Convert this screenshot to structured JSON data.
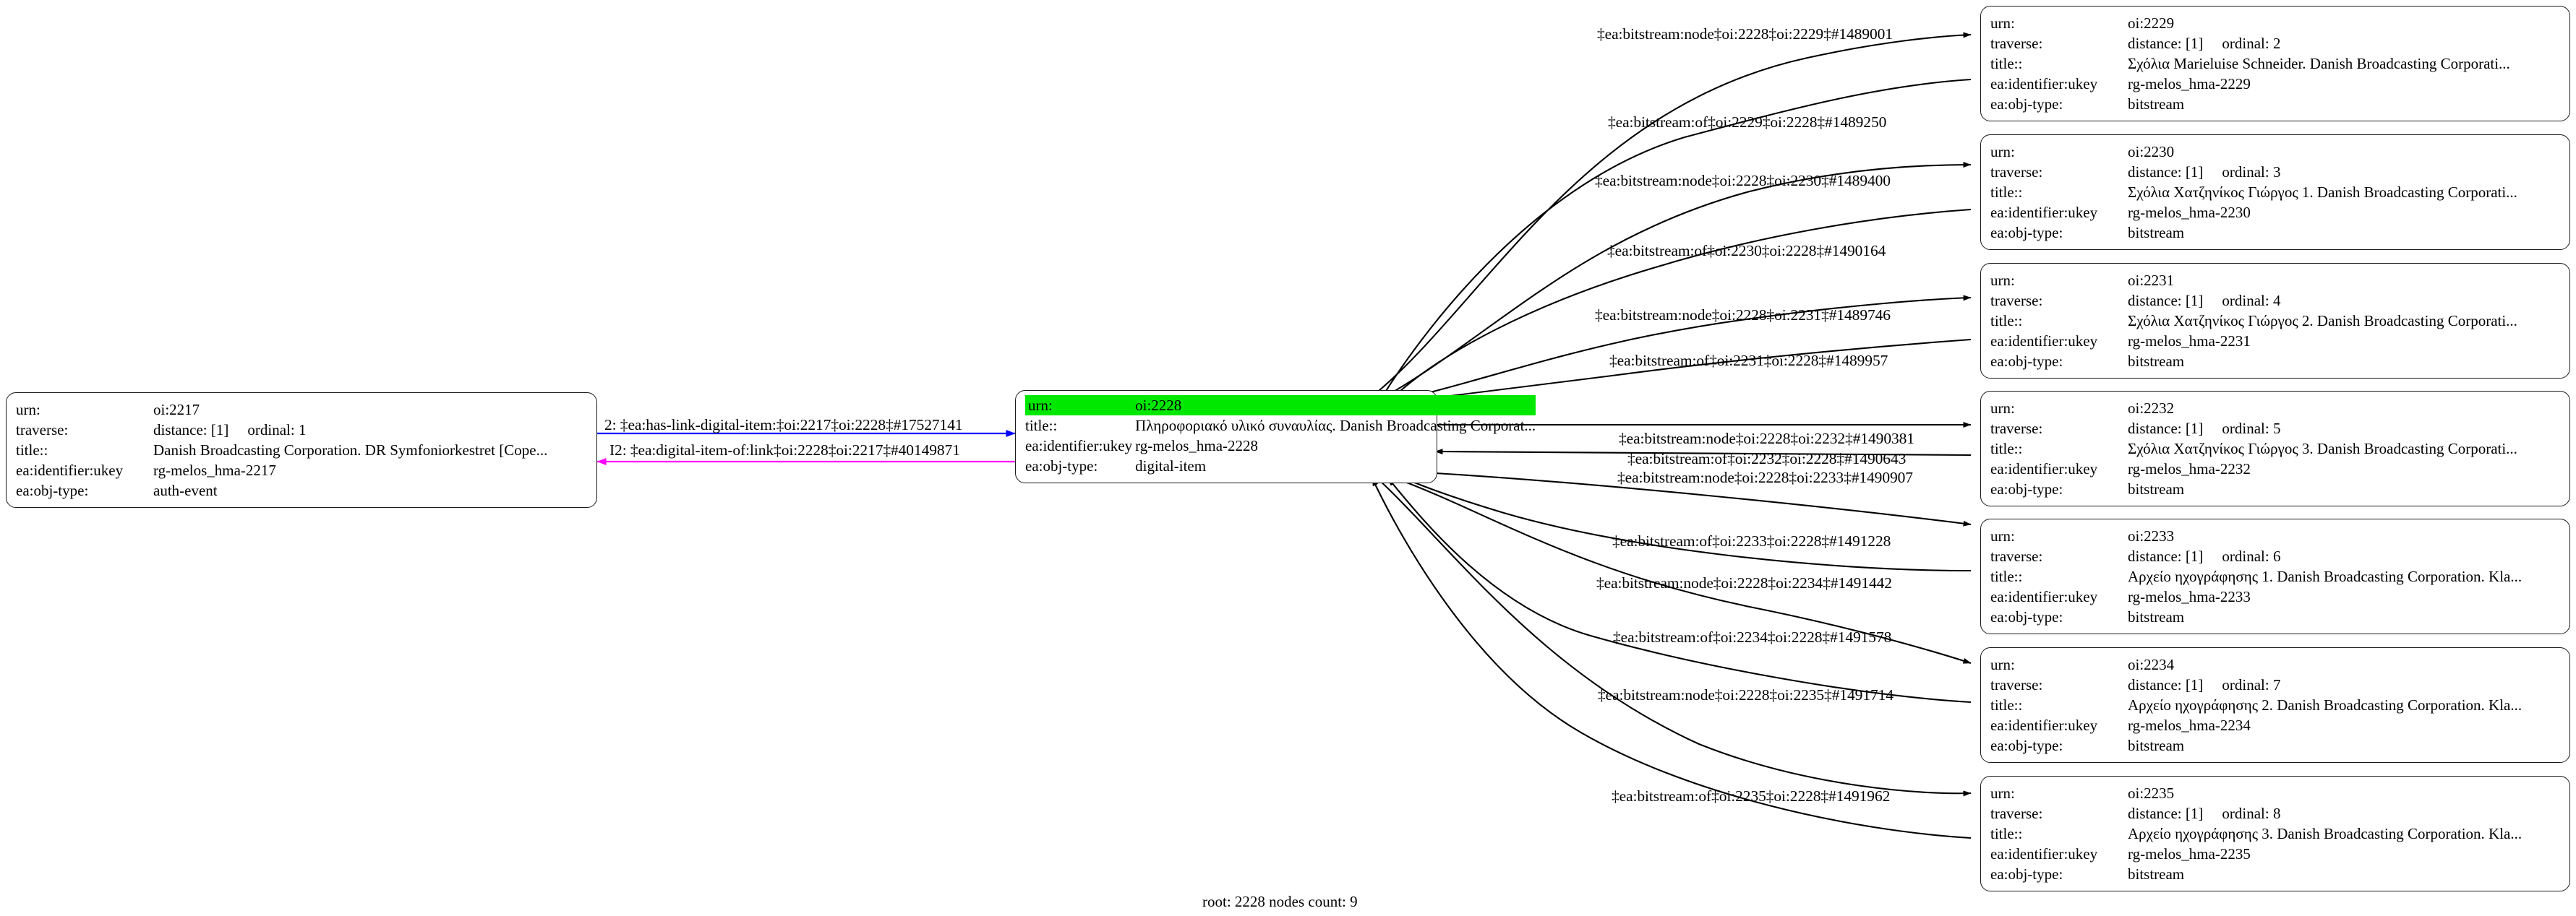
{
  "graph": {
    "footer": "root: 2228 nodes count: 9",
    "field_labels": {
      "urn": "urn:",
      "traverse": "traverse:",
      "title": "title::",
      "ukey": "ea:identifier:ukey",
      "objtype": "ea:obj-type:"
    },
    "highlight_color": "#00e800",
    "edge_colors": {
      "forward": "#0000ff",
      "reverse": "#ff00ff",
      "default": "#000000"
    }
  },
  "nodes": {
    "left": {
      "id": "oi:2217",
      "urn": "oi:2217",
      "distance": "distance: [1]",
      "ordinal": "ordinal: 1",
      "title": "Danish Broadcasting Corporation. DR Symfoniorkestret [Cope...",
      "ukey": "rg-melos_hma-2217",
      "objtype": "auth-event",
      "highlighted": false
    },
    "center": {
      "id": "oi:2228",
      "urn": "oi:2228",
      "title": "Πληροφοριακό υλικό συναυλίας. Danish Broadcasting Corporat...",
      "ukey": "rg-melos_hma-2228",
      "objtype": "digital-item",
      "highlighted": true
    },
    "right": [
      {
        "id": "oi:2229",
        "urn": "oi:2229",
        "distance": "distance: [1]",
        "ordinal": "ordinal: 2",
        "title": "Σχόλια Marieluise Schneider. Danish Broadcasting Corporati...",
        "ukey": "rg-melos_hma-2229",
        "objtype": "bitstream"
      },
      {
        "id": "oi:2230",
        "urn": "oi:2230",
        "distance": "distance: [1]",
        "ordinal": "ordinal: 3",
        "title": "Σχόλια Χατζηνίκος Γιώργος 1. Danish Broadcasting Corporati...",
        "ukey": "rg-melos_hma-2230",
        "objtype": "bitstream"
      },
      {
        "id": "oi:2231",
        "urn": "oi:2231",
        "distance": "distance: [1]",
        "ordinal": "ordinal: 4",
        "title": "Σχόλια Χατζηνίκος Γιώργος 2. Danish Broadcasting Corporati...",
        "ukey": "rg-melos_hma-2231",
        "objtype": "bitstream"
      },
      {
        "id": "oi:2232",
        "urn": "oi:2232",
        "distance": "distance: [1]",
        "ordinal": "ordinal: 5",
        "title": "Σχόλια Χατζηνίκος Γιώργος 3. Danish Broadcasting Corporati...",
        "ukey": "rg-melos_hma-2232",
        "objtype": "bitstream"
      },
      {
        "id": "oi:2233",
        "urn": "oi:2233",
        "distance": "distance: [1]",
        "ordinal": "ordinal: 6",
        "title": "Αρχείο ηχογράφησης 1. Danish Broadcasting Corporation. Kla...",
        "ukey": "rg-melos_hma-2233",
        "objtype": "bitstream"
      },
      {
        "id": "oi:2234",
        "urn": "oi:2234",
        "distance": "distance: [1]",
        "ordinal": "ordinal: 7",
        "title": "Αρχείο ηχογράφησης 2. Danish Broadcasting Corporation. Kla...",
        "ukey": "rg-melos_hma-2234",
        "objtype": "bitstream"
      },
      {
        "id": "oi:2235",
        "urn": "oi:2235",
        "distance": "distance: [1]",
        "ordinal": "ordinal: 8",
        "title": "Αρχείο ηχογράφησης 3. Danish Broadcasting Corporation. Kla...",
        "ukey": "rg-melos_hma-2235",
        "objtype": "bitstream"
      }
    ]
  },
  "edges": {
    "left_pair": [
      {
        "label": "2: ‡ea:has-link-digital-item:‡oi:2217‡oi:2228‡#17527141",
        "color": "#0000ff",
        "direction": "right"
      },
      {
        "label": "I2: ‡ea:digital-item-of:link‡oi:2228‡oi:2217‡#40149871",
        "color": "#ff00ff",
        "direction": "left"
      }
    ],
    "right_list": [
      {
        "label": "‡ea:bitstream:node‡oi:2228‡oi:2229‡#1489001",
        "direction": "right"
      },
      {
        "label": "‡ea:bitstream:of‡oi:2229‡oi:2228‡#1489250",
        "direction": "left"
      },
      {
        "label": "‡ea:bitstream:node‡oi:2228‡oi:2230‡#1489400",
        "direction": "right"
      },
      {
        "label": "‡ea:bitstream:of‡oi:2230‡oi:2228‡#1490164",
        "direction": "left"
      },
      {
        "label": "‡ea:bitstream:node‡oi:2228‡oi:2231‡#1489746",
        "direction": "right"
      },
      {
        "label": "‡ea:bitstream:of‡oi:2231‡oi:2228‡#1489957",
        "direction": "left"
      },
      {
        "label": "‡ea:bitstream:node‡oi:2228‡oi:2232‡#1490381",
        "direction": "right"
      },
      {
        "label": "‡ea:bitstream:of‡oi:2232‡oi:2228‡#1490643",
        "direction": "left"
      },
      {
        "label": "‡ea:bitstream:node‡oi:2228‡oi:2233‡#1490907",
        "direction": "right"
      },
      {
        "label": "‡ea:bitstream:of‡oi:2233‡oi:2228‡#1491228",
        "direction": "left"
      },
      {
        "label": "‡ea:bitstream:node‡oi:2228‡oi:2234‡#1491442",
        "direction": "right"
      },
      {
        "label": "‡ea:bitstream:of‡oi:2234‡oi:2228‡#1491578",
        "direction": "left"
      },
      {
        "label": "‡ea:bitstream:node‡oi:2228‡oi:2235‡#1491714",
        "direction": "right"
      },
      {
        "label": "‡ea:bitstream:of‡oi:2235‡oi:2228‡#1491962",
        "direction": "left"
      }
    ]
  }
}
